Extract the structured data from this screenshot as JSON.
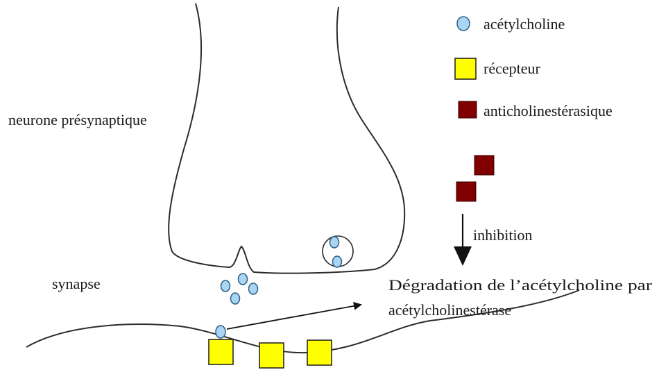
{
  "labels": {
    "presynaptic_neuron": "neurone présynaptique",
    "synapse": "synapse",
    "inhibition": "inhibition",
    "degradation_line1": "Dégradation de l’acétylcholine par",
    "degradation_line2": "acétylcholinestérase"
  },
  "legend": [
    {
      "key": "acetylcholine",
      "label": "acétylcholine",
      "shape": "ellipse",
      "color": "#a9d4f2"
    },
    {
      "key": "receptor",
      "label": "récepteur",
      "shape": "square",
      "color": "#ffff00"
    },
    {
      "key": "anticholinesterase",
      "label": "anticholinestérasique",
      "shape": "square",
      "color": "#800000"
    }
  ],
  "colors": {
    "acetylcholine_fill": "#a9d4f2",
    "acetylcholine_stroke": "#2c5f86",
    "receptor_fill": "#ffff00",
    "receptor_stroke": "#1a1a1a",
    "inhibitor_fill": "#800000",
    "line": "#2b2b2b"
  },
  "counts": {
    "acetylcholine_in_synapse": 4,
    "acetylcholine_in_vesicle": 2,
    "acetylcholine_on_receptor": 1,
    "receptors": 3,
    "inhibitor_molecules": 2
  }
}
